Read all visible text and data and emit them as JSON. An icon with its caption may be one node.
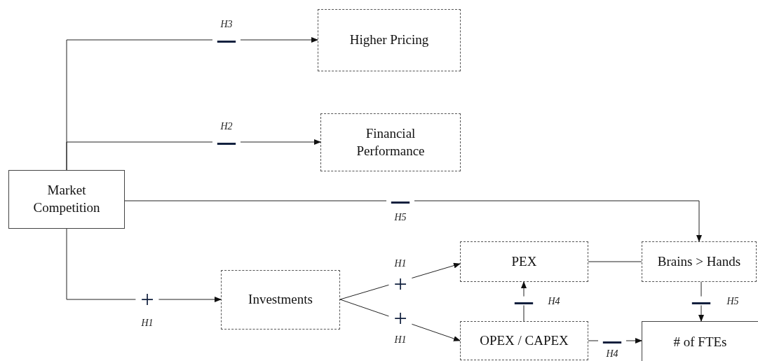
{
  "diagram": {
    "nodes": [
      {
        "text": [
          "Market Competition"
        ]
      },
      {
        "text": [
          "Higher Pricing"
        ]
      },
      {
        "text": [
          "Financial Performance"
        ]
      },
      {
        "text": [
          "Investments"
        ]
      },
      {
        "text": [
          "PEX"
        ]
      },
      {
        "text": [
          "Brains > Hands"
        ]
      },
      {
        "text": [
          "OPEX / CAPEX"
        ]
      },
      {
        "text": [
          "# of FTEs"
        ]
      }
    ],
    "edges": [
      {
        "from": 0,
        "to": 1,
        "arrow": "to",
        "label": "H3"
      },
      {
        "from": 0,
        "to": 2,
        "arrow": "to",
        "label": "H2"
      },
      {
        "from": 0,
        "to": 5,
        "arrow": "to",
        "label": "H5"
      },
      {
        "from": 0,
        "to": 3,
        "arrow": "to",
        "label": "H1"
      },
      {
        "from": 3,
        "to": 4,
        "arrow": "to",
        "label": "H1"
      },
      {
        "from": 3,
        "to": 6,
        "arrow": "to",
        "label": "H1"
      },
      {
        "from": 6,
        "to": 4,
        "arrow": "to",
        "label": "H4"
      },
      {
        "from": 4,
        "to": 5,
        "arrow": "none"
      },
      {
        "from": 5,
        "to": 7,
        "arrow": "to",
        "label": "H5"
      },
      {
        "from": 6,
        "to": 7,
        "arrow": "to",
        "label": "H4"
      }
    ],
    "labels": [
      "—",
      "—",
      "—",
      "+",
      "+",
      "—",
      "—",
      "+",
      "—"
    ]
  }
}
